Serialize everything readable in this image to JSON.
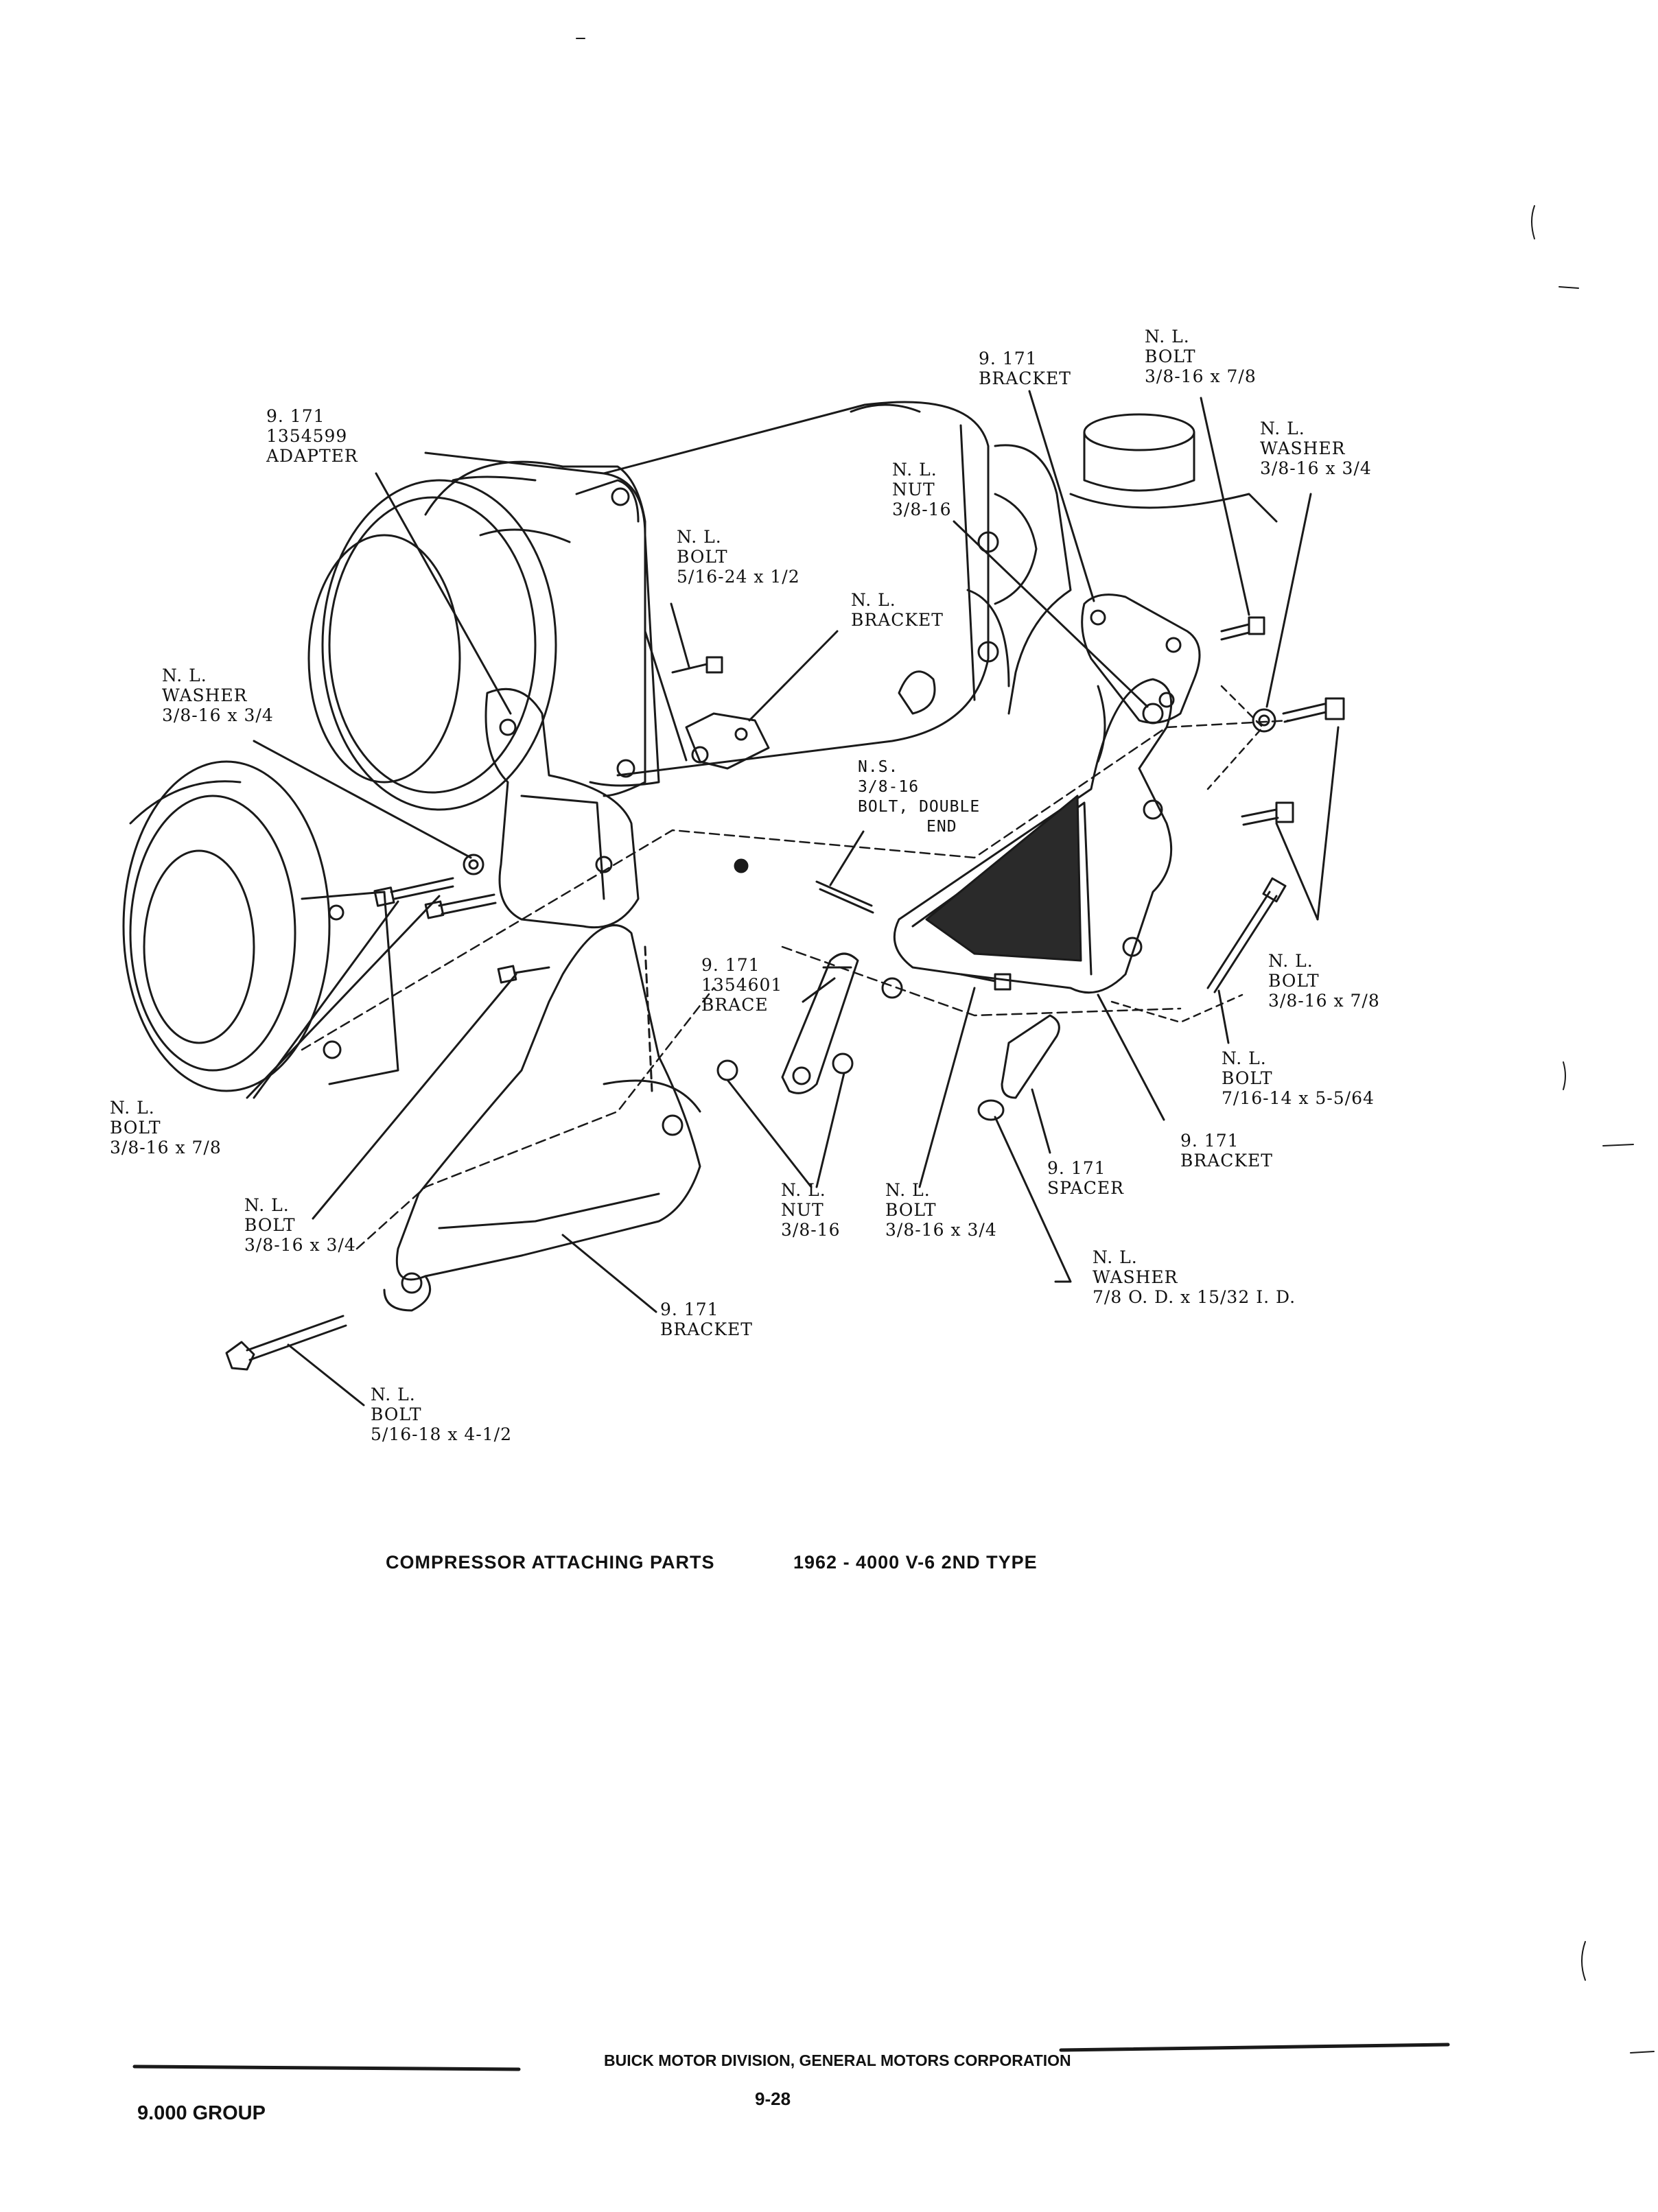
{
  "labels": {
    "adapter": [
      "9. 171",
      "1354599",
      "ADAPTER"
    ],
    "bolt_5_16_24": [
      "N. L.",
      "BOLT",
      "5/16-24 x 1/2"
    ],
    "bracket_small": [
      "N. L.",
      "BRACKET"
    ],
    "washer_left": [
      "N. L.",
      "WASHER",
      "3/8-16 x 3/4"
    ],
    "bracket_top": [
      "9. 171",
      "BRACKET"
    ],
    "bolt_top": [
      "N. L.",
      "BOLT",
      "3/8-16 x 7/8"
    ],
    "washer_right": [
      "N. L.",
      "WASHER",
      "3/8-16 x 3/4"
    ],
    "nut_top": [
      "N. L.",
      "NUT",
      "3/8-16"
    ],
    "double_end_bolt": [
      "N.S.",
      "3/8-16",
      "BOLT, DOUBLE",
      "END"
    ],
    "brace": [
      "9. 171",
      "1354601",
      "BRACE"
    ],
    "bolt_right": [
      "N. L.",
      "BOLT",
      "3/8-16 x 7/8"
    ],
    "bolt_long_right": [
      "N. L.",
      "BOLT",
      "7/16-14 x 5-5/64"
    ],
    "bracket_right": [
      "9. 171",
      "BRACKET"
    ],
    "spacer": [
      "9. 171",
      "SPACER"
    ],
    "washer_bottom": [
      "N. L.",
      "WASHER",
      "7/8 O. D. x 15/32 I. D."
    ],
    "nut_bottom": [
      "N. L.",
      "NUT",
      "3/8-16"
    ],
    "bolt_mid": [
      "N. L.",
      "BOLT",
      "3/8-16 x 3/4"
    ],
    "bolt_left_low": [
      "N. L.",
      "BOLT",
      "3/8-16 x 7/8"
    ],
    "bolt_left_mid": [
      "N. L.",
      "BOLT",
      "3/8-16 x 3/4"
    ],
    "bracket_bottom": [
      "9. 171",
      "BRACKET"
    ],
    "bolt_long_bottom": [
      "N. L.",
      "BOLT",
      "5/16-18 x 4-1/2"
    ]
  },
  "caption": {
    "title": "COMPRESSOR ATTACHING PARTS",
    "model": "1962 - 4000 V-6 2ND TYPE"
  },
  "footer": {
    "division": "BUICK MOTOR DIVISION, GENERAL MOTORS CORPORATION",
    "page": "9-28",
    "group": "9.000 GROUP"
  }
}
